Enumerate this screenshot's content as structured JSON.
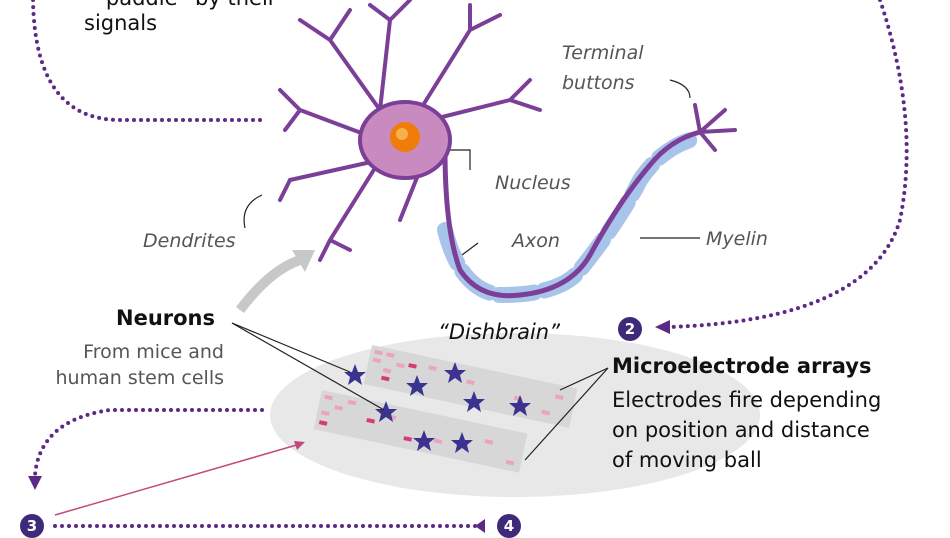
{
  "top_text": {
    "line1": "“paddle” by their",
    "line2": "signals"
  },
  "neuron_labels": {
    "terminal_buttons_1": "Terminal",
    "terminal_buttons_2": "buttons",
    "nucleus": "Nucleus",
    "dendrites": "Dendrites",
    "axon": "Axon",
    "myelin": "Myelin"
  },
  "neurons": {
    "title": "Neurons",
    "subtitle_1": "From mice and",
    "subtitle_2": "human stem cells"
  },
  "dishbrain": "“Dishbrain”",
  "arrays": {
    "number": "2",
    "title": "Microelectrode arrays",
    "desc_1": "Electrodes fire depending",
    "desc_2": "on position and distance",
    "desc_3": "of moving ball"
  },
  "steps": {
    "three": "3",
    "four": "4"
  },
  "colors": {
    "purple": "#7b3f98",
    "dots": "#5b2a86",
    "myelin": "#8fb3e0",
    "badge": "#3e2a78",
    "star": "#3b3390",
    "pink": "#e8a0bb"
  }
}
